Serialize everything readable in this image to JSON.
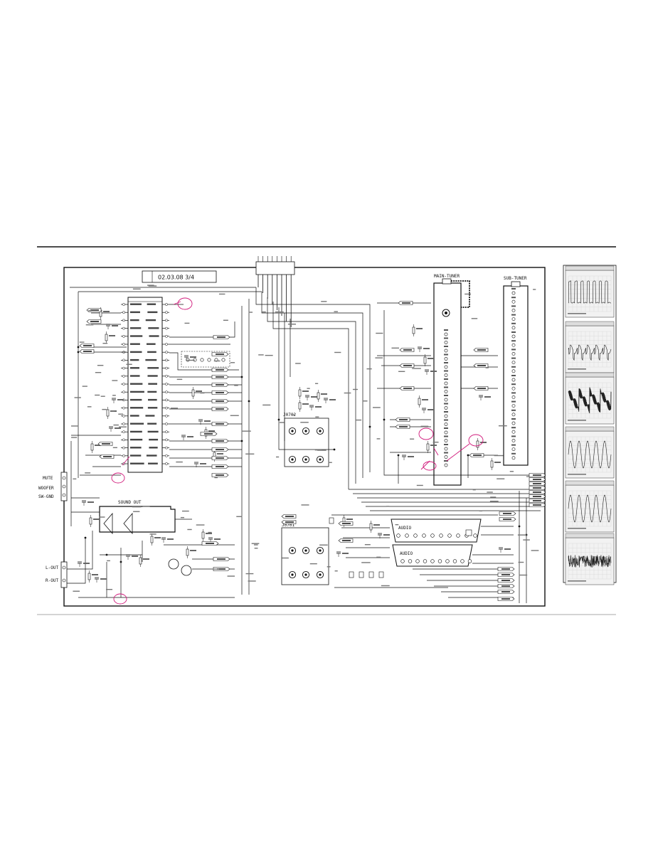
{
  "stamp": {
    "text": "02.03.08 3/4"
  },
  "blocks": {
    "main_tuner": "MAIN-TUNER",
    "sub_tuner": "SUB-TUNER",
    "sound_out": "SOUND OUT",
    "jack_top": "J0702",
    "jack_bottom": "J0701",
    "scart_audio_top": "AUDIO",
    "scart_audio_bottom": "AUDIO"
  },
  "side_labels": [
    "MUTE",
    "WOOFER",
    "SW-GND",
    "L-OUT",
    "R-OUT"
  ],
  "waveforms": [
    {
      "kind": "pulse"
    },
    {
      "kind": "ripple"
    },
    {
      "kind": "burst"
    },
    {
      "kind": "sine"
    },
    {
      "kind": "sine"
    },
    {
      "kind": "noise"
    }
  ],
  "colors": {
    "ink": "#111111",
    "marker": "#d0187a",
    "panel_bg": "#f2f2f2"
  }
}
